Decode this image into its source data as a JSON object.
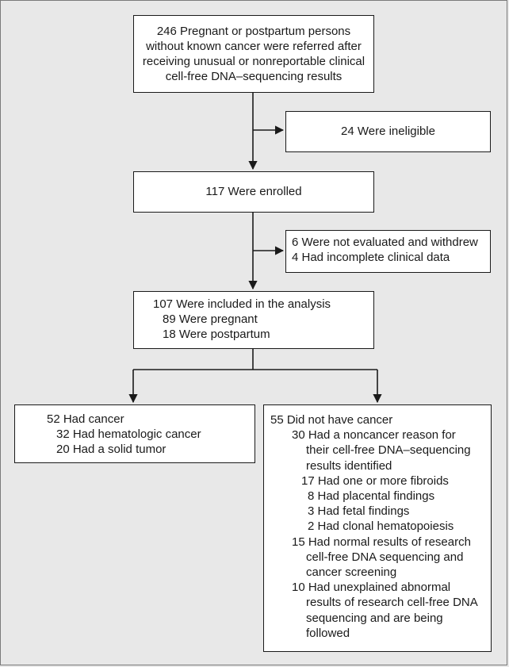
{
  "referred": {
    "lines": [
      "246 Pregnant or postpartum persons",
      "without known cancer were referred after",
      "receiving unusual or nonreportable clinical",
      "cell-free DNA–sequencing results"
    ]
  },
  "ineligible": {
    "text": "24 Were ineligible"
  },
  "enrolled": {
    "text": "117 Were enrolled"
  },
  "excluded": {
    "lines": [
      "6 Were not evaluated and withdrew",
      "4 Had incomplete clinical data"
    ]
  },
  "analysis": {
    "title": "107 Were included in the analysis",
    "sub": [
      "89 Were pregnant",
      "18 Were postpartum"
    ]
  },
  "cancer": {
    "title": "52 Had cancer",
    "sub": [
      "32 Had hematologic cancer",
      "20 Had a solid tumor"
    ]
  },
  "no_cancer": {
    "title": "55 Did not have cancer",
    "noncancer_reason": [
      "30 Had a noncancer reason for",
      "their cell-free DNA–sequencing",
      "results identified"
    ],
    "noncancer_sub": [
      "17 Had one or more fibroids",
      "8 Had placental findings",
      "3 Had fetal findings",
      "2 Had clonal hematopoiesis"
    ],
    "normal_results": [
      "15 Had normal results of research",
      "cell-free DNA sequencing and",
      "cancer screening"
    ],
    "unexplained": [
      "10 Had unexplained abnormal",
      "results of research cell-free DNA",
      "sequencing and are being",
      "followed"
    ]
  }
}
